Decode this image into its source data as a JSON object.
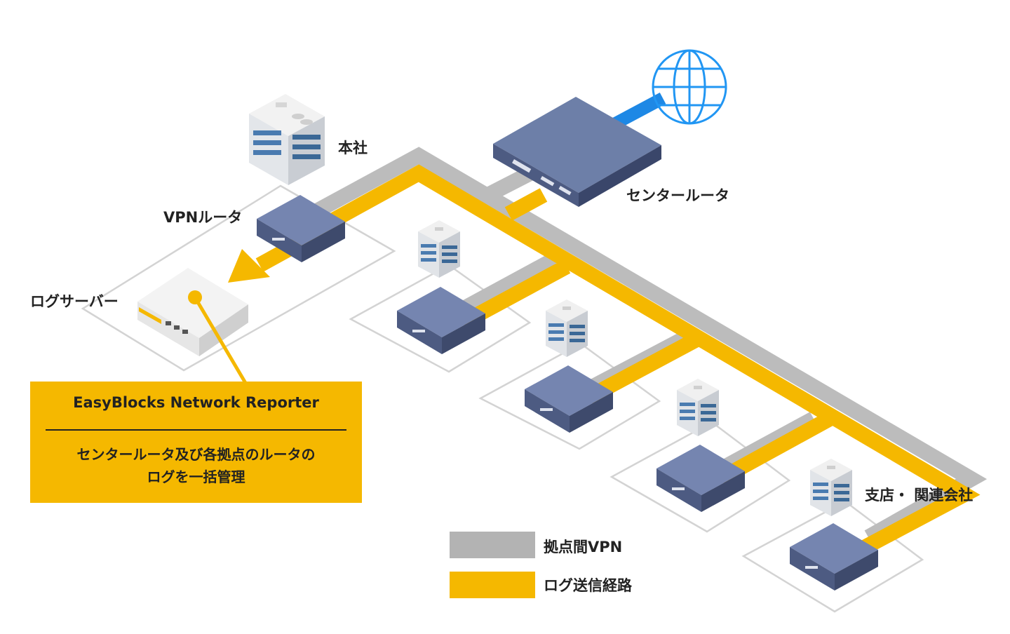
{
  "labels": {
    "hq": "本社",
    "vpn_router": "VPNルータ",
    "center_router": "センタールータ",
    "log_server": "ログサーバー",
    "branches": "支店・ 関連会社"
  },
  "callout": {
    "title": "EasyBlocks Network Reporter",
    "line1": "センタールータ及び各拠点のルータの",
    "line2": "ログを一括管理"
  },
  "legend": {
    "vpn": {
      "label": "拠点間VPN",
      "color": "#b3b3b3"
    },
    "log": {
      "label": "ログ送信経路",
      "color": "#f5b800"
    }
  },
  "colors": {
    "internet_link": "#1e88e5",
    "router": "#6d7fa8"
  }
}
